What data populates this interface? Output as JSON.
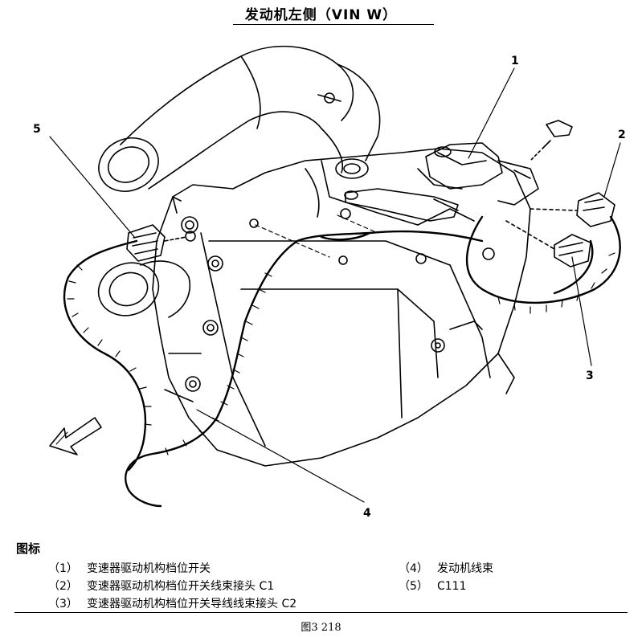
{
  "title": "发动机左侧（VIN W）",
  "callouts": {
    "c1": "1",
    "c2": "2",
    "c3": "3",
    "c4": "4",
    "c5": "5"
  },
  "legend": {
    "heading": "图标",
    "items": [
      {
        "num": "（1）",
        "text": "变速器驱动机构档位开关"
      },
      {
        "num": "（2）",
        "text": "变速器驱动机构档位开关线束接头 C1"
      },
      {
        "num": "（3）",
        "text": "变速器驱动机构档位开关导线线束接头 C2"
      },
      {
        "num": "（4）",
        "text": "发动机线束"
      },
      {
        "num": "（5）",
        "text": "C111"
      }
    ]
  },
  "caption": "图3  218"
}
